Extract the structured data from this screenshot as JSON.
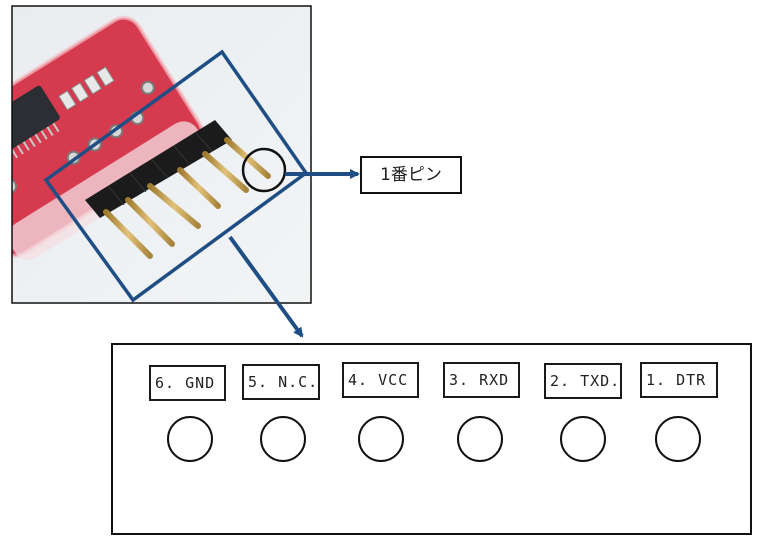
{
  "diagram": {
    "title": "USB-serial module pin assignment",
    "callout_label": "1番ピン",
    "photo": {
      "subject": "red USB-serial converter board with 6-pin gold header",
      "pin_count": 6
    },
    "connector": {
      "pins": [
        {
          "label": "6. GND"
        },
        {
          "label": "5. N.C."
        },
        {
          "label": "4. VCC"
        },
        {
          "label": "3. RXD"
        },
        {
          "label": "2. TXD."
        },
        {
          "label": "1. DTR"
        }
      ]
    },
    "colors": {
      "arrow": "#1f4e84",
      "pcb": "#d9344a",
      "pin_gold": "#c9a24a",
      "header_black": "#1b1b1b",
      "outline": "#111111"
    }
  }
}
